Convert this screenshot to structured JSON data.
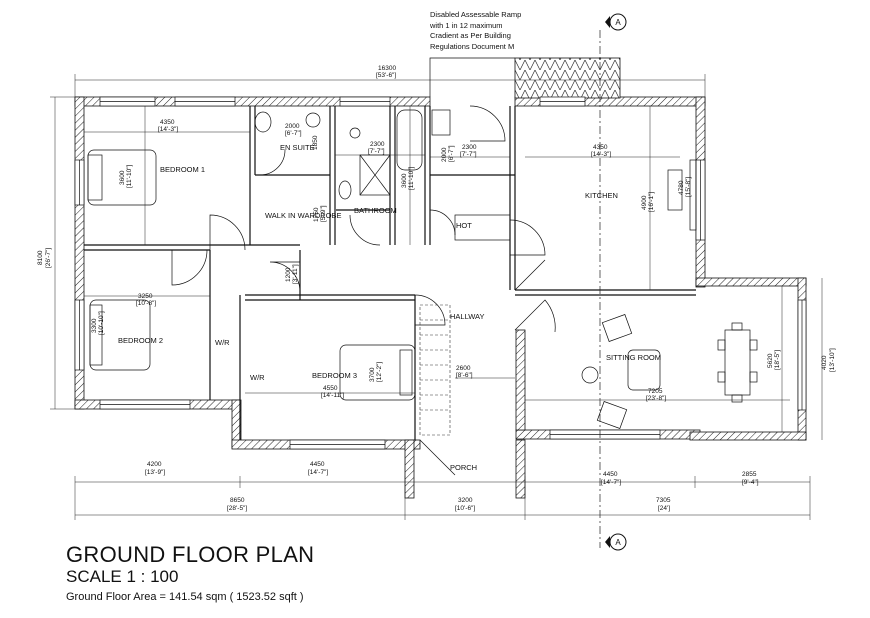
{
  "title": "GROUND FLOOR PLAN",
  "scale": "SCALE 1 : 100",
  "area": "Ground Floor Area = 141.54 sqm ( 1523.52 sqft )",
  "ramp_note": [
    "Disabled Assessable Ramp",
    "with 1 in 12 maximum",
    "Cradient as Per Building",
    "Regulations Document M"
  ],
  "section_marker": "A",
  "rooms": {
    "bedroom1": "BEDROOM 1",
    "bedroom2": "BEDROOM 2",
    "bedroom3": "BEDROOM 3",
    "en_suite": "EN SUITE",
    "walk_in_wardrobe": "WALK IN WARDROBE",
    "bathroom": "BATHROOM",
    "hot": "HOT",
    "kitchen": "KITCHEN",
    "hallway": "HALLWAY",
    "sitting_room": "SITTING ROOM",
    "porch": "PORCH",
    "wr": "W/R"
  },
  "dimensions": {
    "overall_top": [
      "16300",
      "[53'-6\"]"
    ],
    "overall_left": [
      "8100",
      "[26'-7\"]"
    ],
    "right_wing": [
      "4020",
      "[13'-10\"]"
    ],
    "bed1_w": [
      "4350",
      "[14'-3\"]"
    ],
    "bed1_h": [
      "3600",
      "[11'-10\"]"
    ],
    "ensuite_w": [
      "2000",
      "[6'-7\"]"
    ],
    "ensuite_h": [
      "1850",
      "[6'-1\"]"
    ],
    "wardrobe_h": [
      "1750",
      "[5'-9\"]"
    ],
    "bath_w": [
      "2300",
      "[7'-7\"]"
    ],
    "bath_h": [
      "3600",
      "[11'-10\"]"
    ],
    "utility_w": [
      "2300",
      "[7'-7\"]"
    ],
    "utility_h": [
      "2000",
      "[6'-7\"]"
    ],
    "kitchen_w": [
      "4350",
      "[14'-3\"]"
    ],
    "kitchen_h": [
      "4900",
      "[16'-1\"]"
    ],
    "kitchen_side": [
      "4780",
      "[15'-8\"]"
    ],
    "hall_gap": [
      "1200",
      "[3'-11\"]"
    ],
    "bed2_w": [
      "3250",
      "[10'-8\"]"
    ],
    "bed2_h": [
      "3300",
      "[10'-10\"]"
    ],
    "bed3_w": [
      "4550",
      "[14'-11\"]"
    ],
    "bed3_h": [
      "3700",
      "[12'-2\"]"
    ],
    "hall_w": [
      "2600",
      "[8'-6\"]"
    ],
    "sitting_w": [
      "7205",
      "[23'-8\"]"
    ],
    "sitting_h": [
      "5620",
      "[18'-5\"]"
    ],
    "bottom_a": [
      "4200",
      "[13'-9\"]"
    ],
    "bottom_b": [
      "4450",
      "[14'-7\"]"
    ],
    "bottom_c": [
      "4450",
      "[14'-7\"]"
    ],
    "bottom_d": [
      "2855",
      "[9'-4\"]"
    ],
    "bottom_e": [
      "8650",
      "[28'-5\"]"
    ],
    "bottom_f": [
      "3200",
      "[10'-6\"]"
    ],
    "bottom_g": [
      "7305",
      "[24']"
    ]
  }
}
